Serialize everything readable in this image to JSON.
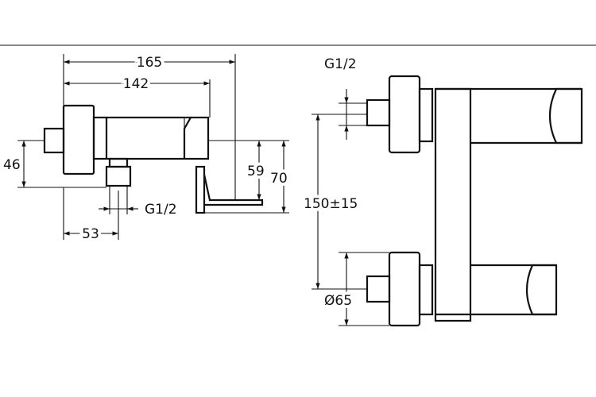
{
  "left_view": {
    "dim_overall_width": "165",
    "dim_body_width": "142",
    "dim_height_46": "46",
    "dim_handle_height": "59",
    "dim_total_height": "70",
    "dim_outlet_offset": "53",
    "outlet_thread": "G1/2"
  },
  "right_view": {
    "inlet_thread": "G1/2",
    "centre_distance": "150±15",
    "flange_diameter": "Ø65"
  }
}
